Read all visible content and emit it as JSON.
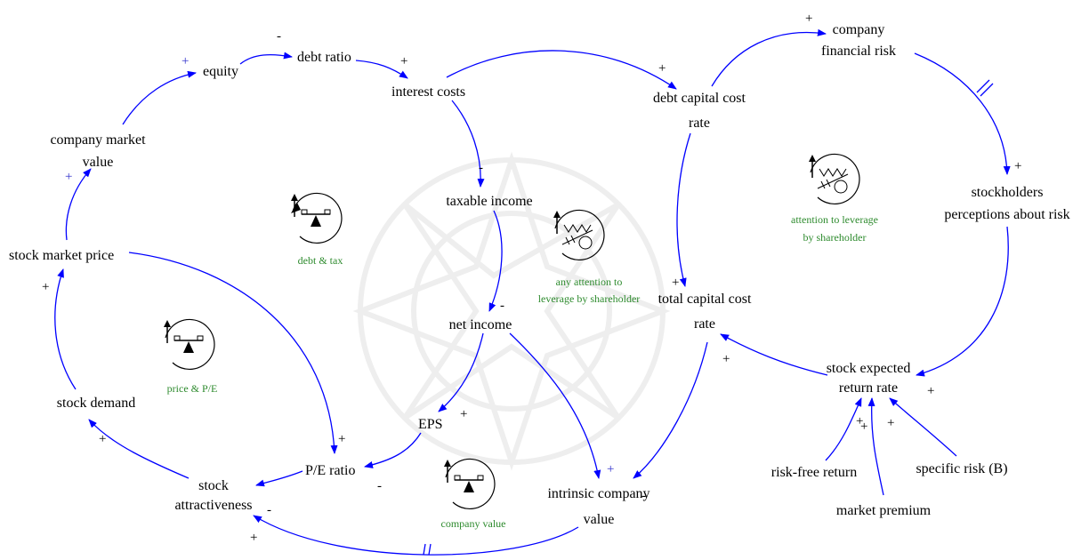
{
  "variables": {
    "equity": "equity",
    "debt_ratio": "debt ratio",
    "interest_costs": "interest costs",
    "debt_capital_cost_rate_1": "debt capital cost",
    "debt_capital_cost_rate_2": "rate",
    "company_financial_risk_1": "company",
    "company_financial_risk_2": "financial risk",
    "company_market_value_1": "company market",
    "company_market_value_2": "value",
    "taxable_income": "taxable income",
    "stockholders_perceptions_1": "stockholders",
    "stockholders_perceptions_2": "perceptions about risk",
    "stock_market_price": "stock market price",
    "total_capital_cost_rate_1": "total capital cost",
    "total_capital_cost_rate_2": "rate",
    "net_income": "net income",
    "stock_expected_return_1": "stock expected",
    "stock_expected_return_2": "return rate",
    "stock_demand": "stock demand",
    "eps": "EPS",
    "pe_ratio": "P/E ratio",
    "stock_attractiveness_1": "stock",
    "stock_attractiveness_2": "attractiveness",
    "intrinsic_company_value_1": "intrinsic company",
    "intrinsic_company_value_2": "value",
    "risk_free_return": "risk-free return",
    "specific_risk": "specific risk (B)",
    "market_premium": "market premium"
  },
  "loops": {
    "debt_tax": "debt & tax",
    "price_pe": "price & P/E",
    "company_value": "company value",
    "any_attention_1": "any attention to",
    "any_attention_2": "leverage by shareholder",
    "attention_1": "attention to leverage",
    "attention_2": "by shareholder"
  },
  "polarity": {
    "plus": "+",
    "minus": "-"
  },
  "colors": {
    "link": "#0000ff",
    "loop_label": "#2e8b2e",
    "text": "#000000"
  }
}
